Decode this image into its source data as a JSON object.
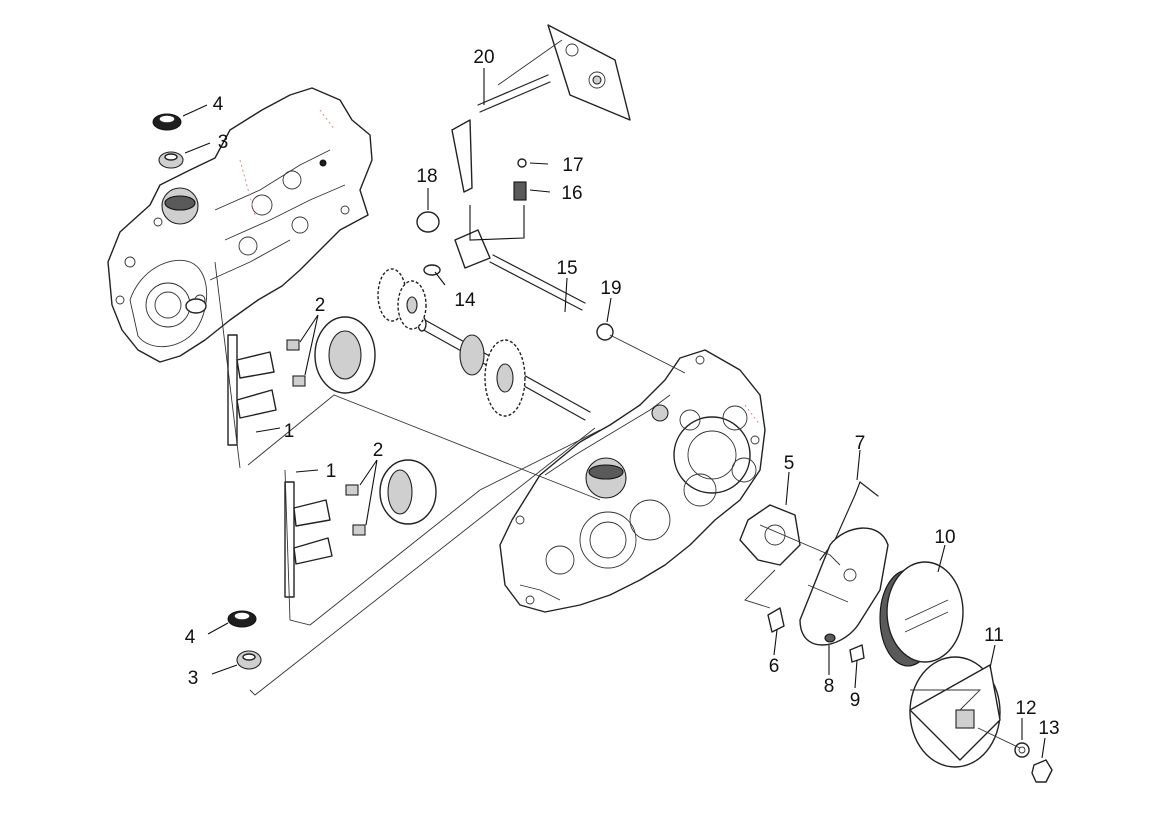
{
  "diagram": {
    "type": "exploded-parts-view",
    "callouts": [
      {
        "id": "c4a",
        "label": "4"
      },
      {
        "id": "c3a",
        "label": "3"
      },
      {
        "id": "c2a",
        "label": "2"
      },
      {
        "id": "c1a",
        "label": "1"
      },
      {
        "id": "c2b",
        "label": "2"
      },
      {
        "id": "c1b",
        "label": "1"
      },
      {
        "id": "c4b",
        "label": "4"
      },
      {
        "id": "c3b",
        "label": "3"
      },
      {
        "id": "c20",
        "label": "20"
      },
      {
        "id": "c17",
        "label": "17"
      },
      {
        "id": "c16",
        "label": "16"
      },
      {
        "id": "c18",
        "label": "18"
      },
      {
        "id": "c15",
        "label": "15"
      },
      {
        "id": "c19",
        "label": "19"
      },
      {
        "id": "c14",
        "label": "14"
      },
      {
        "id": "c7",
        "label": "7"
      },
      {
        "id": "c5",
        "label": "5"
      },
      {
        "id": "c10",
        "label": "10"
      },
      {
        "id": "c11",
        "label": "11"
      },
      {
        "id": "c6",
        "label": "6"
      },
      {
        "id": "c8",
        "label": "8"
      },
      {
        "id": "c9",
        "label": "9"
      },
      {
        "id": "c12",
        "label": "12"
      },
      {
        "id": "c13",
        "label": "13"
      }
    ]
  }
}
